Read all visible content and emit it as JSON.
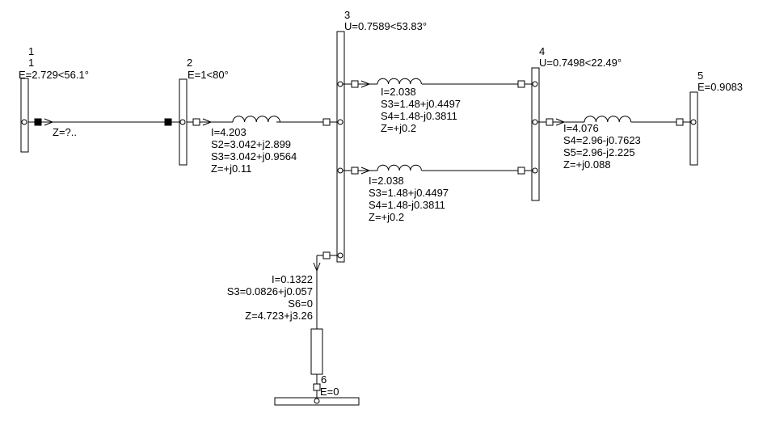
{
  "nodes": {
    "n1": {
      "id": "1",
      "name": "1",
      "value": "E=2.729<56.1°"
    },
    "n2": {
      "id": "2",
      "value": "E=1<80°"
    },
    "n3": {
      "id": "3",
      "value": "U=0.7589<53.83°"
    },
    "n4": {
      "id": "4",
      "value": "U=0.7498<22.49°"
    },
    "n5": {
      "id": "5",
      "value": "E=0.9083"
    },
    "n6": {
      "id": "6",
      "value": "E=0"
    }
  },
  "branches": {
    "b12": {
      "z": "Z=?.."
    },
    "b23": {
      "i": "I=4.203",
      "sa": "S2=3.042+j2.899",
      "sb": "S3=3.042+j0.9564",
      "z": "Z=+j0.11"
    },
    "b34a": {
      "i": "I=2.038",
      "sa": "S3=1.48+j0.4497",
      "sb": "S4=1.48-j0.3811",
      "z": "Z=+j0.2"
    },
    "b34b": {
      "i": "I=2.038",
      "sa": "S3=1.48+j0.4497",
      "sb": "S4=1.48-j0.3811",
      "z": "Z=+j0.2"
    },
    "b45": {
      "i": "I=4.076",
      "sa": "S4=2.96-j0.7623",
      "sb": "S5=2.96-j2.225",
      "z": "Z=+j0.088"
    },
    "b36": {
      "i": "I=0.1322",
      "sa": "S3=0.0826+j0.057",
      "sb": "S6=0",
      "z": "Z=4.723+j3.26"
    }
  }
}
